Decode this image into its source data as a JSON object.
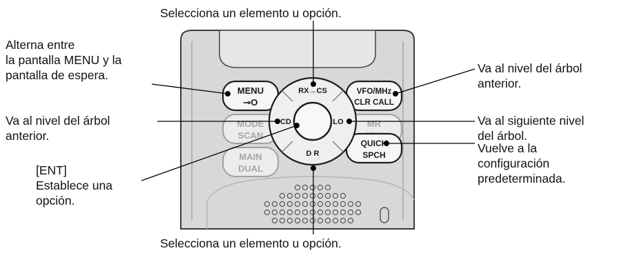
{
  "annotations": {
    "top": "Selecciona un elemento u opción.",
    "bottom": "Selecciona un elemento u opción.",
    "menu": [
      "Alterna entre",
      "la pantalla MENU y la",
      "pantalla de espera."
    ],
    "left_back": [
      "Va al nivel del árbol",
      "anterior."
    ],
    "ent": [
      "[ENT]",
      "Establece una",
      "opción."
    ],
    "right_back": [
      "Va al nivel del árbol",
      "anterior."
    ],
    "right_next": [
      "Va al siguiente nivel",
      "del árbol."
    ],
    "quick": [
      "Vuelve a la",
      "configuración",
      "predeterminada."
    ]
  },
  "keys": {
    "menu": [
      "MENU",
      "⊸O"
    ],
    "mode": [
      "MODE",
      "SCAN"
    ],
    "main": [
      "MAIN",
      "DUAL"
    ],
    "vfo": [
      "VFO/MHz",
      "CLR CALL"
    ],
    "mr": [
      "MR",
      "MW"
    ],
    "quick": [
      "QUICK",
      "SPCH"
    ]
  },
  "dpad": {
    "up": "RX→CS",
    "down": "D R",
    "left": "CD",
    "right": "LO"
  },
  "colors": {
    "body": "#d9d9d9",
    "body_outline": "#3a3a3a",
    "key_face": "#f4f4f4",
    "leader": "#000000"
  }
}
